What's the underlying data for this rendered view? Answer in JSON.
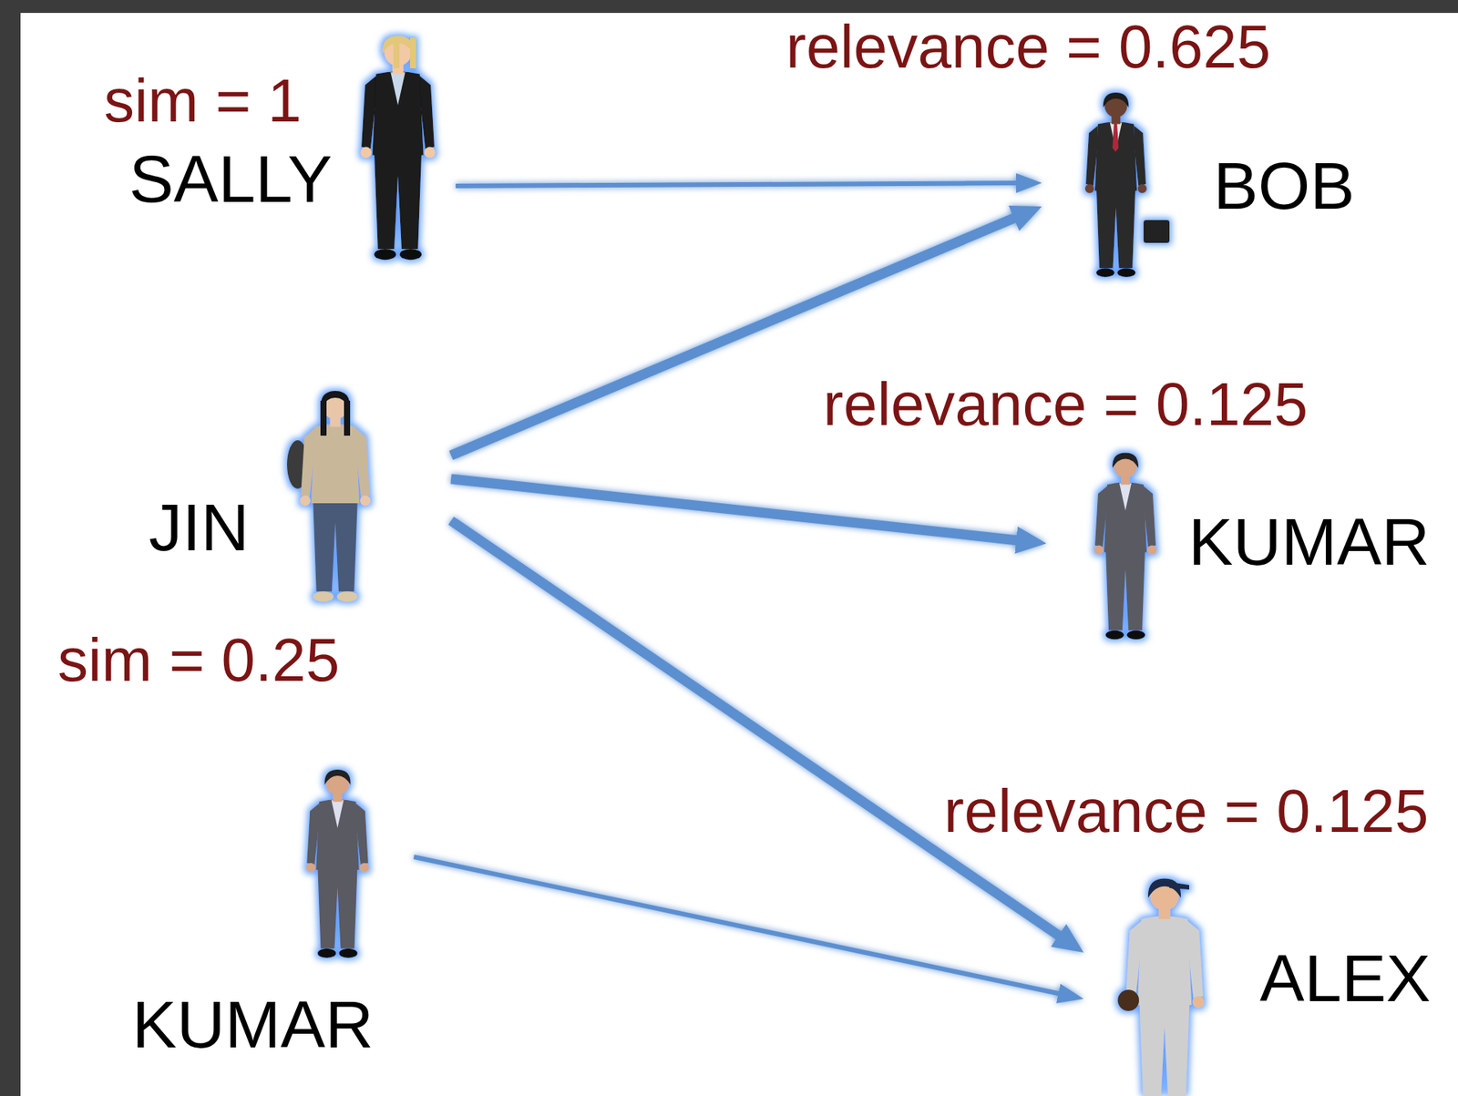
{
  "diagram": {
    "nodes": [
      {
        "text": [
          "sim = 1",
          "SALLY"
        ]
      },
      {
        "text": [
          "relevance = 0.625",
          "BOB"
        ]
      },
      {
        "text": [
          "JIN",
          "sim = 0.25"
        ]
      },
      {
        "text": [
          "relevance = 0.125",
          "KUMAR"
        ]
      },
      {
        "text": [
          "KUMAR"
        ]
      },
      {
        "text": [
          "relevance = 0.125",
          "ALEX"
        ]
      }
    ],
    "edges": [
      {
        "from": 0,
        "to": 1,
        "arrow": "to"
      },
      {
        "from": 2,
        "to": 1,
        "arrow": "to"
      },
      {
        "from": 2,
        "to": 3,
        "arrow": "to"
      },
      {
        "from": 2,
        "to": 5,
        "arrow": "to"
      },
      {
        "from": 4,
        "to": 5,
        "arrow": "to"
      }
    ]
  }
}
